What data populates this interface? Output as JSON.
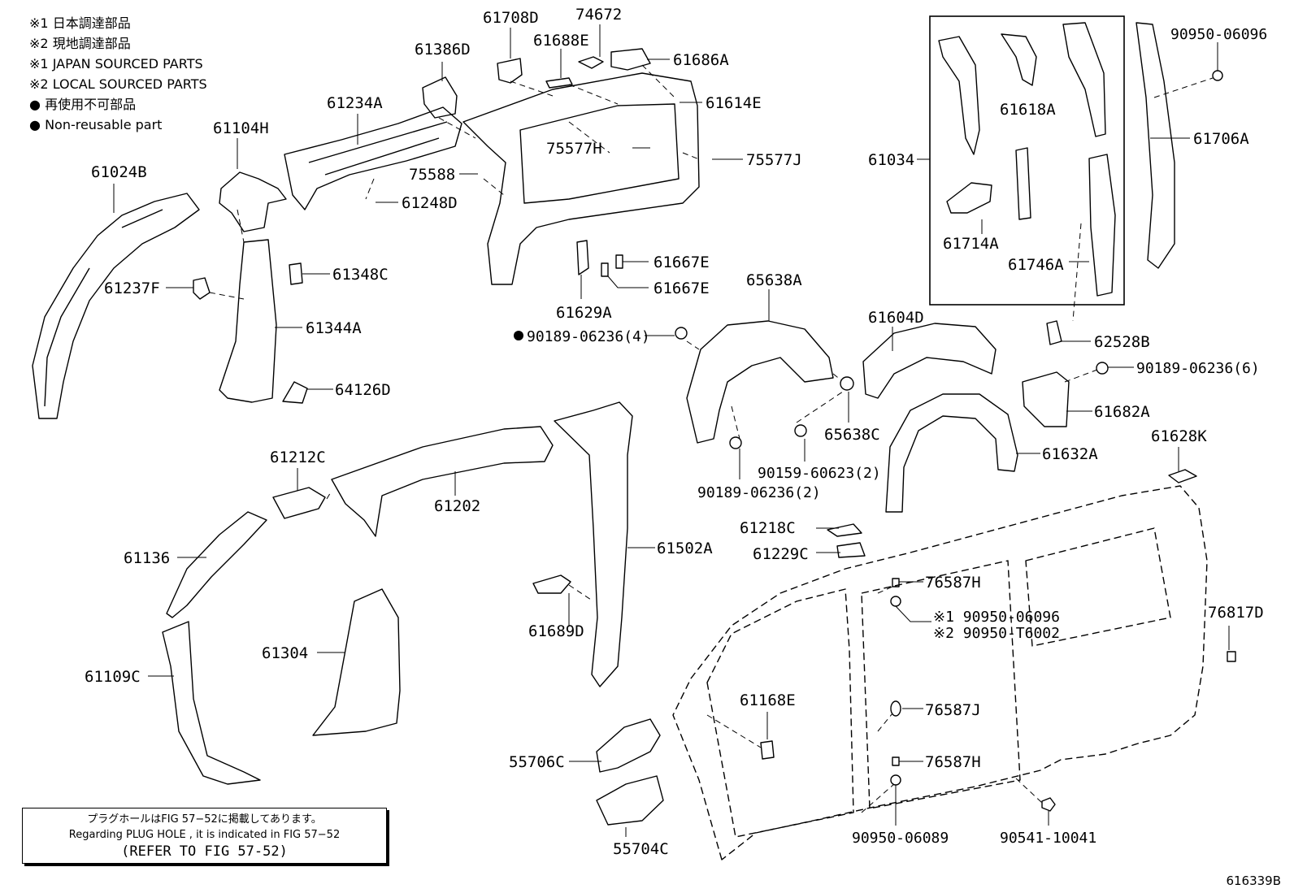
{
  "legend": [
    {
      "mark": "※1",
      "text": "日本調達部品"
    },
    {
      "mark": "※2",
      "text": "現地調達部品"
    },
    {
      "mark": "※1",
      "text": "JAPAN SOURCED PARTS"
    },
    {
      "mark": "※2",
      "text": "LOCAL SOURCED PARTS"
    },
    {
      "mark": "●",
      "text": "再使用不可部品"
    },
    {
      "mark": "●",
      "text": "Non-reusable part"
    }
  ],
  "labels": {
    "p61708D": "61708D",
    "p74672": "74672",
    "p61688E": "61688E",
    "p61686A": "61686A",
    "p61386D": "61386D",
    "p61614E": "61614E",
    "p61234A": "61234A",
    "p61104H": "61104H",
    "p75577H": "75577H",
    "p75577J": "75577J",
    "p61024B": "61024B",
    "p75588": "75588",
    "p61248D": "61248D",
    "p61348C": "61348C",
    "p61237F": "61237F",
    "p61667E_a": "61667E",
    "p61667E_b": "61667E",
    "p61344A": "61344A",
    "p61629A": "61629A",
    "p90189_06236_4": "90189-06236(4)",
    "p64126D": "64126D",
    "p65638A": "65638A",
    "p61604D": "61604D",
    "p62528B": "62528B",
    "p90189_06236_6": "90189-06236(6)",
    "p61682A": "61682A",
    "p61628K": "61628K",
    "p65638C": "65638C",
    "p90159_60623_2": "90159-60623(2)",
    "p90189_06236_2": "90189-06236(2)",
    "p61632A": "61632A",
    "p61212C": "61212C",
    "p61202": "61202",
    "p61136": "61136",
    "p61502A": "61502A",
    "p61218C": "61218C",
    "p61229C": "61229C",
    "p76587H_a": "76587H",
    "p90950_06096_k1": "※1 90950-06096",
    "p90950_T6002_k2": "※2 90950-T6002",
    "p76817D": "76817D",
    "p61689D": "61689D",
    "p61304": "61304",
    "p61109C": "61109C",
    "p61168E": "61168E",
    "p76587J": "76587J",
    "p55706C": "55706C",
    "p76587H_b": "76587H",
    "p55704C": "55704C",
    "p90950_06089": "90950-06089",
    "p90541_10041": "90541-10041",
    "p90950_06096": "90950-06096",
    "p61034": "61034",
    "p61618A": "61618A",
    "p61706A": "61706A",
    "p61714A": "61714A",
    "p61746A": "61746A"
  },
  "note": {
    "line1": "プラグホールはFIG 57−52に掲載してあります。",
    "line2": "Regarding PLUG HOLE , it is indicated in FIG 57−52",
    "line3": "(REFER TO FIG 57-52)"
  },
  "diagram_id": "616339B"
}
